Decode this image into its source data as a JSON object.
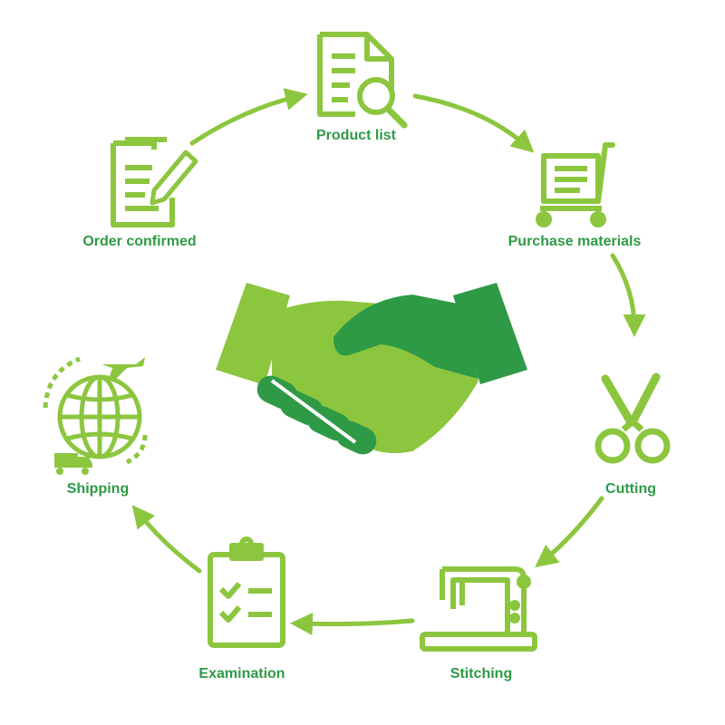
{
  "colors": {
    "light_green": "#8cc63f",
    "dark_green": "#2e9a45",
    "label_green": "#2e9a45",
    "background": "#ffffff"
  },
  "center_icon": "handshake-icon",
  "steps": [
    {
      "label": "Product list",
      "icon": "document-search-icon"
    },
    {
      "label": "Purchase materials",
      "icon": "shopping-cart-icon"
    },
    {
      "label": "Cutting",
      "icon": "scissors-icon"
    },
    {
      "label": "Stitching",
      "icon": "sewing-machine-icon"
    },
    {
      "label": "Examination",
      "icon": "clipboard-checklist-icon"
    },
    {
      "label": "Shipping",
      "icon": "globe-shipping-icon"
    },
    {
      "label": "Order confirmed",
      "icon": "document-pencil-icon"
    }
  ]
}
